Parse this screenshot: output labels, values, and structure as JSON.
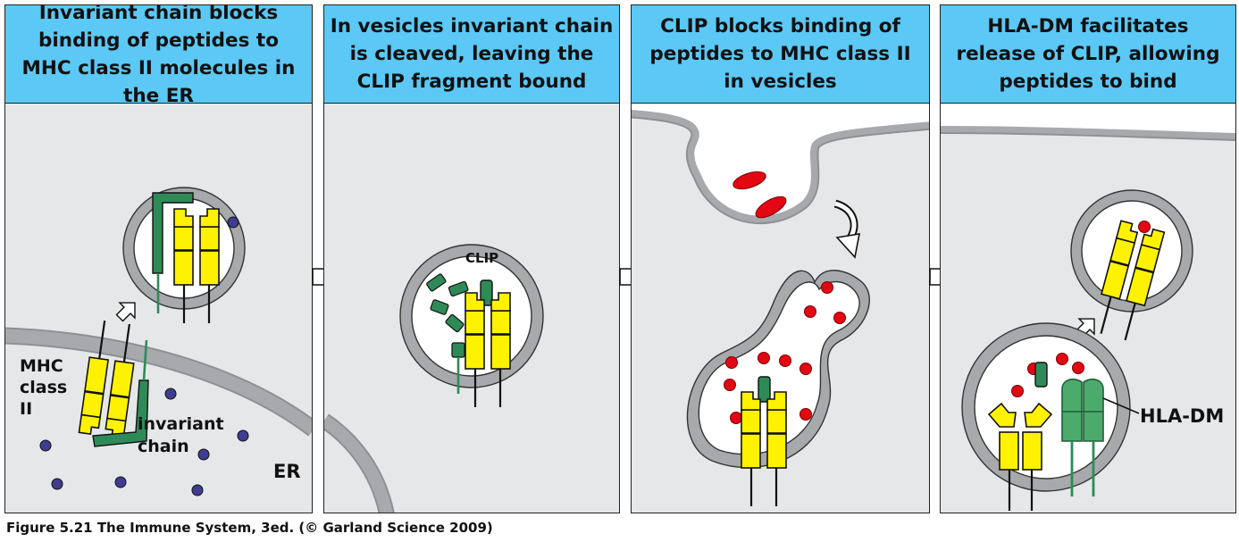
{
  "panels": [
    {
      "title": "Invariant chain blocks binding of peptides to MHC class II molecules in the ER",
      "labels": {
        "mhc": "MHC class II",
        "invariant": "invariant chain",
        "er": "ER"
      }
    },
    {
      "title": "In vesicles invariant chain is cleaved, leaving the CLIP fragment bound",
      "labels": {
        "clip": "CLIP"
      }
    },
    {
      "title": "CLIP blocks binding of peptides to MHC class II in vesicles",
      "labels": {}
    },
    {
      "title": "HLA-DM facilitates release of CLIP, allowing peptides to bind",
      "labels": {
        "hladm": "HLA-DM"
      }
    }
  ],
  "caption": "Figure 5.21 The Immune System, 3ed. (© Garland Science 2009)",
  "colors": {
    "header": "#5bc8f5",
    "background": "#e6e7e9",
    "membrane": "#a7a9ac",
    "mhc": "#fff200",
    "invariant_chain": "#2e8b57",
    "peptide": "#e30613",
    "er_protein": "#3f3d8f",
    "hla_dm": "#4daa6d"
  }
}
